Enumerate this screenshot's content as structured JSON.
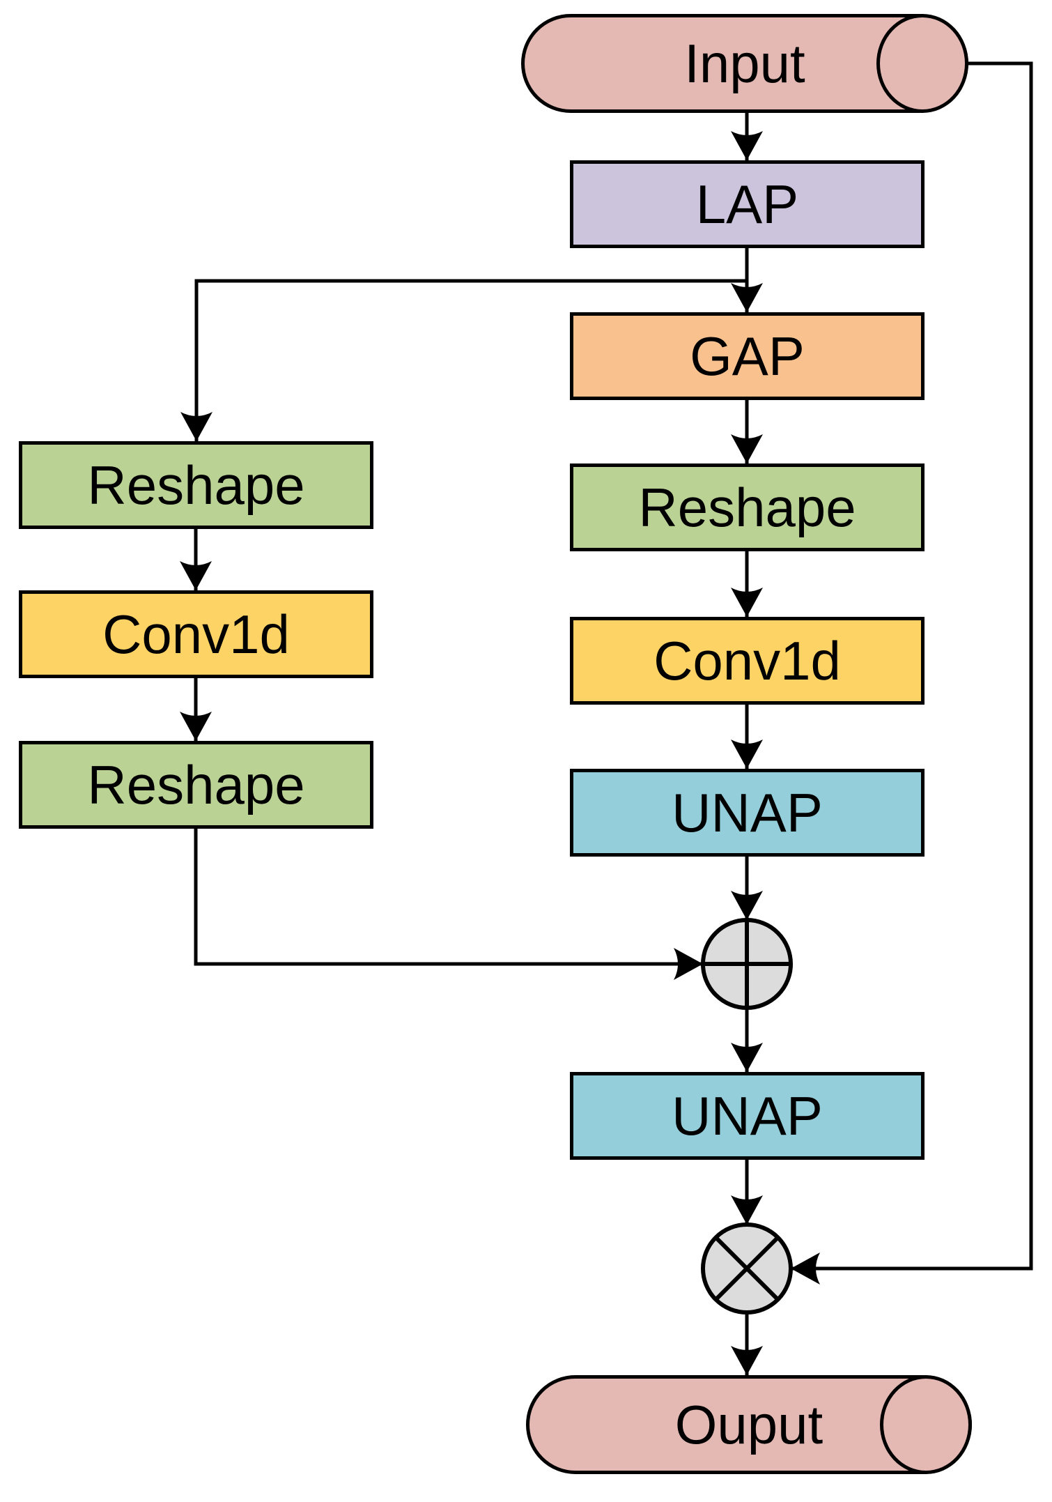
{
  "diagram": {
    "type": "flowchart",
    "nodes": {
      "input": {
        "label": "Input",
        "shape": "cylinder"
      },
      "lap": {
        "label": "LAP",
        "shape": "box"
      },
      "gap": {
        "label": "GAP",
        "shape": "box"
      },
      "reshape_left_top": {
        "label": "Reshape",
        "shape": "box"
      },
      "conv1d_left": {
        "label": "Conv1d",
        "shape": "box"
      },
      "reshape_left_bottom": {
        "label": "Reshape",
        "shape": "box"
      },
      "reshape_right": {
        "label": "Reshape",
        "shape": "box"
      },
      "conv1d_right": {
        "label": "Conv1d",
        "shape": "box"
      },
      "unap_top": {
        "label": "UNAP",
        "shape": "box"
      },
      "add_op": {
        "icon": "circle-plus-icon"
      },
      "unap_bottom": {
        "label": "UNAP",
        "shape": "box"
      },
      "multiply_op": {
        "icon": "circle-times-icon"
      },
      "output": {
        "label": "Ouput",
        "shape": "cylinder"
      }
    },
    "colors": {
      "cylinder": "#e4b8b3",
      "lap": "#cbc4dc",
      "gap": "#f8c18e",
      "reshape": "#bbd295",
      "conv1d": "#fdd366",
      "unap": "#95cedb",
      "operator": "#dcdcdc",
      "stroke": "#000000",
      "background": "#ffffff"
    }
  }
}
